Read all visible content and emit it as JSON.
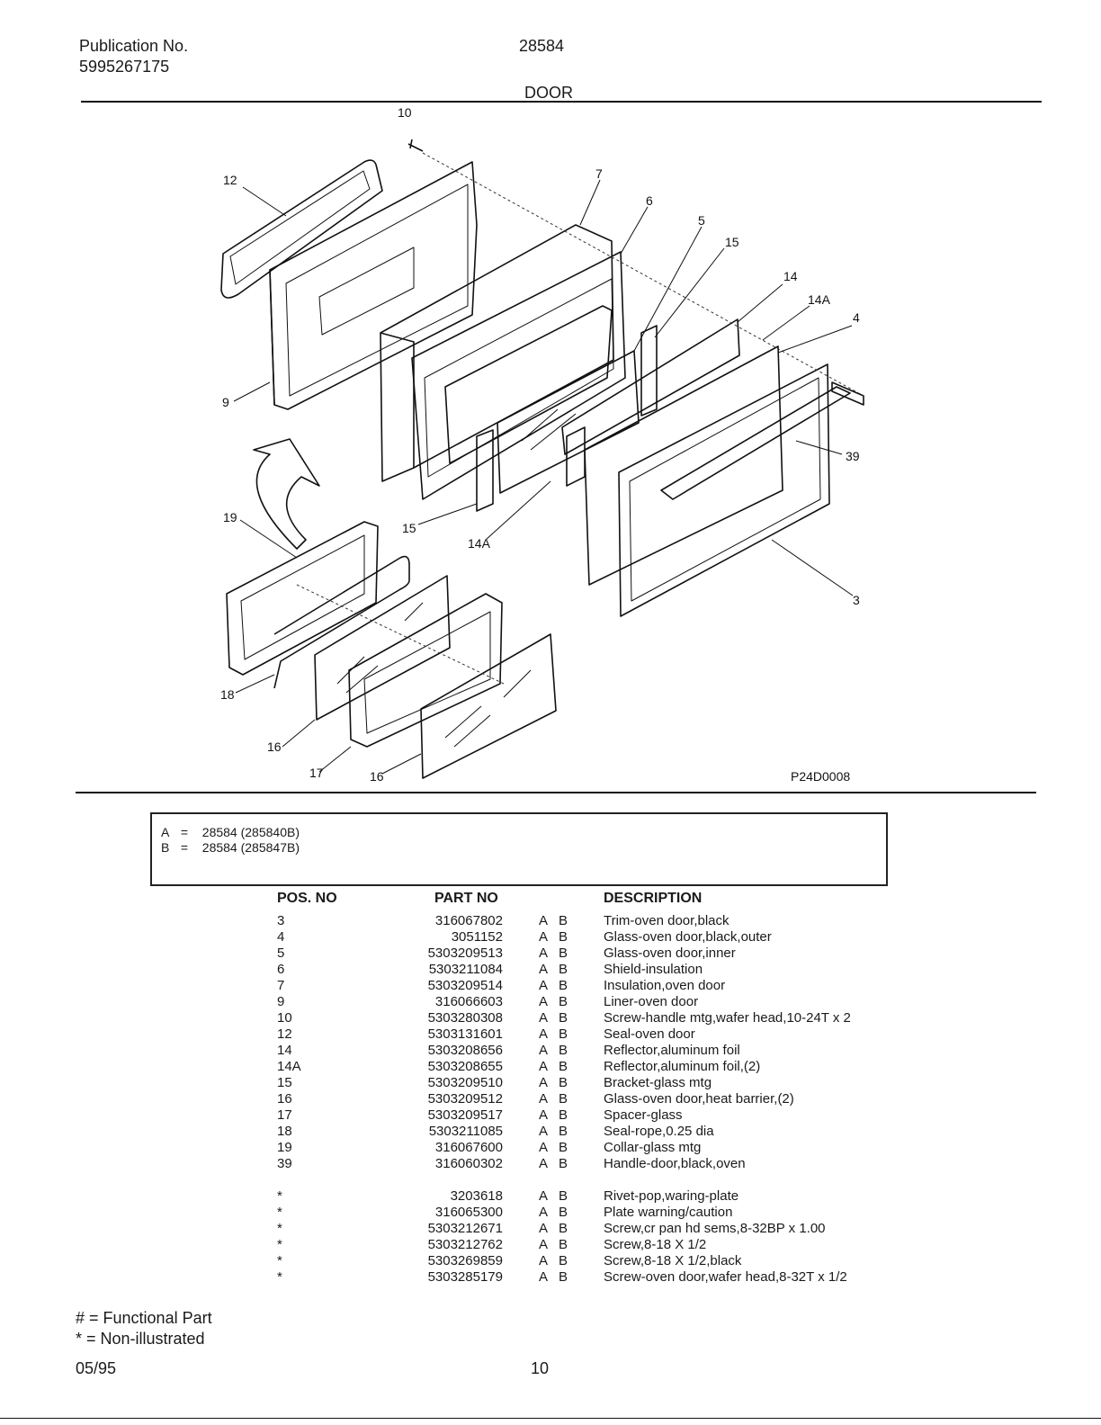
{
  "header": {
    "pub_label": "Publication No.",
    "pub_number": "5995267175",
    "model": "28584",
    "section_title": "DOOR"
  },
  "diagram": {
    "callouts": [
      "10",
      "12",
      "7",
      "6",
      "5",
      "15",
      "14",
      "14A",
      "4",
      "9",
      "39",
      "19",
      "15",
      "14A",
      "3",
      "18",
      "16",
      "17",
      "16"
    ],
    "figure_id": "P24D0008"
  },
  "variants": [
    {
      "key": "A",
      "eq": "=",
      "value": "28584 (285840B)"
    },
    {
      "key": "B",
      "eq": "=",
      "value": "28584 (285847B)"
    }
  ],
  "table": {
    "headers": {
      "pos": "POS. NO",
      "part": "PART NO",
      "desc": "DESCRIPTION"
    },
    "rows": [
      {
        "pos": "3",
        "part": "316067802",
        "a": "A",
        "b": "B",
        "desc": "Trim-oven door,black"
      },
      {
        "pos": "4",
        "part": "3051152",
        "a": "A",
        "b": "B",
        "desc": "Glass-oven door,black,outer"
      },
      {
        "pos": "5",
        "part": "5303209513",
        "a": "A",
        "b": "B",
        "desc": "Glass-oven door,inner"
      },
      {
        "pos": "6",
        "part": "5303211084",
        "a": "A",
        "b": "B",
        "desc": "Shield-insulation"
      },
      {
        "pos": "7",
        "part": "5303209514",
        "a": "A",
        "b": "B",
        "desc": "Insulation,oven door"
      },
      {
        "pos": "9",
        "part": "316066603",
        "a": "A",
        "b": "B",
        "desc": "Liner-oven door"
      },
      {
        "pos": "10",
        "part": "5303280308",
        "a": "A",
        "b": "B",
        "desc": "Screw-handle mtg,wafer head,10-24T x 2"
      },
      {
        "pos": "12",
        "part": "5303131601",
        "a": "A",
        "b": "B",
        "desc": "Seal-oven door"
      },
      {
        "pos": "14",
        "part": "5303208656",
        "a": "A",
        "b": "B",
        "desc": "Reflector,aluminum foil"
      },
      {
        "pos": "14A",
        "part": "5303208655",
        "a": "A",
        "b": "B",
        "desc": "Reflector,aluminum foil,(2)"
      },
      {
        "pos": "15",
        "part": "5303209510",
        "a": "A",
        "b": "B",
        "desc": "Bracket-glass mtg"
      },
      {
        "pos": "16",
        "part": "5303209512",
        "a": "A",
        "b": "B",
        "desc": "Glass-oven door,heat barrier,(2)"
      },
      {
        "pos": "17",
        "part": "5303209517",
        "a": "A",
        "b": "B",
        "desc": "Spacer-glass"
      },
      {
        "pos": "18",
        "part": "5303211085",
        "a": "A",
        "b": "B",
        "desc": "Seal-rope,0.25 dia"
      },
      {
        "pos": "19",
        "part": "316067600",
        "a": "A",
        "b": "B",
        "desc": "Collar-glass mtg"
      },
      {
        "pos": "39",
        "part": "316060302",
        "a": "A",
        "b": "B",
        "desc": "Handle-door,black,oven"
      },
      {
        "pos": "*",
        "part": "3203618",
        "a": "A",
        "b": "B",
        "desc": "Rivet-pop,waring-plate"
      },
      {
        "pos": "*",
        "part": "316065300",
        "a": "A",
        "b": "B",
        "desc": "Plate warning/caution"
      },
      {
        "pos": "*",
        "part": "5303212671",
        "a": "A",
        "b": "B",
        "desc": "Screw,cr pan hd sems,8-32BP x 1.00"
      },
      {
        "pos": "*",
        "part": "5303212762",
        "a": "A",
        "b": "B",
        "desc": "Screw,8-18 X 1/2"
      },
      {
        "pos": "*",
        "part": "5303269859",
        "a": "A",
        "b": "B",
        "desc": "Screw,8-18 X 1/2,black"
      },
      {
        "pos": "*",
        "part": "5303285179",
        "a": "A",
        "b": "B",
        "desc": "Screw-oven door,wafer head,8-32T x 1/2"
      }
    ]
  },
  "legend": {
    "functional": "# = Functional Part",
    "non_illustrated": "* = Non-illustrated"
  },
  "footer": {
    "date": "05/95",
    "page": "10"
  }
}
